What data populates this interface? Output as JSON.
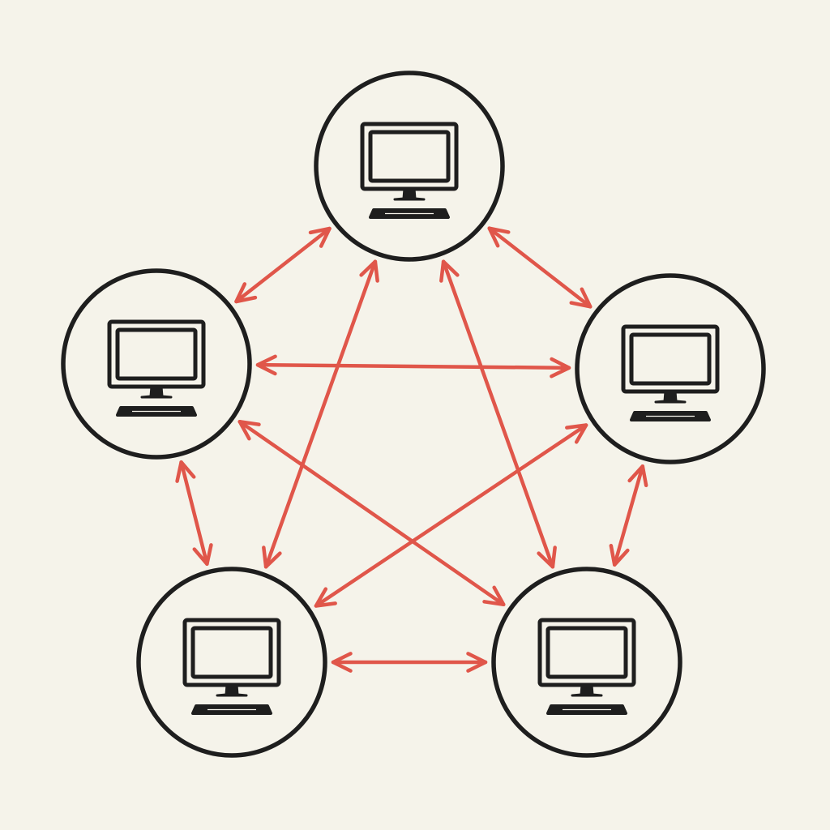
{
  "diagram": {
    "type": "network",
    "topology": "full-mesh",
    "node_count": 5,
    "nodes": [
      {
        "id": "top",
        "icon": "computer-monitor-icon"
      },
      {
        "id": "left",
        "icon": "computer-monitor-icon"
      },
      {
        "id": "right",
        "icon": "computer-monitor-icon"
      },
      {
        "id": "bottom-left",
        "icon": "computer-monitor-icon"
      },
      {
        "id": "bottom-right",
        "icon": "computer-monitor-icon"
      }
    ],
    "edges": [
      {
        "from": "top",
        "to": "left",
        "direction": "bidirectional"
      },
      {
        "from": "top",
        "to": "right",
        "direction": "bidirectional"
      },
      {
        "from": "top",
        "to": "bottom-left",
        "direction": "bidirectional"
      },
      {
        "from": "top",
        "to": "bottom-right",
        "direction": "bidirectional"
      },
      {
        "from": "left",
        "to": "right",
        "direction": "bidirectional"
      },
      {
        "from": "left",
        "to": "bottom-left",
        "direction": "bidirectional"
      },
      {
        "from": "left",
        "to": "bottom-right",
        "direction": "bidirectional"
      },
      {
        "from": "right",
        "to": "bottom-left",
        "direction": "bidirectional"
      },
      {
        "from": "right",
        "to": "bottom-right",
        "direction": "bidirectional"
      },
      {
        "from": "bottom-left",
        "to": "bottom-right",
        "direction": "bidirectional"
      }
    ]
  },
  "colors": {
    "background": "#f5f3ea",
    "node_stroke": "#1e1e1e",
    "edge": "#e0564a"
  }
}
